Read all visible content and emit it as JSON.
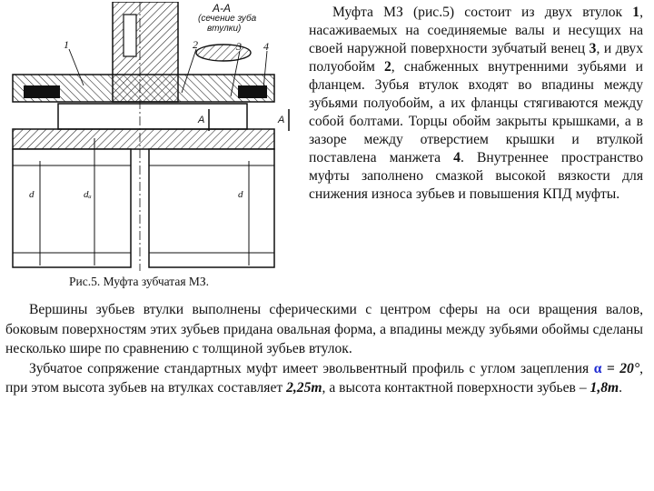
{
  "figure": {
    "caption": "Рис.5. Муфта зубчатая МЗ.",
    "section_title": "А-А",
    "section_subtitle_1": "(сечение зуба",
    "section_subtitle_2": "втулки)",
    "callouts": [
      "1",
      "2",
      "3",
      "4"
    ],
    "section_marks": [
      "А",
      "А"
    ],
    "dimension_labels": [
      "d",
      "dₐ",
      "d"
    ]
  },
  "paragraphs": {
    "side": {
      "t1": "Муфта МЗ (рис.5) состоит из двух втулок ",
      "b1": "1",
      "t2": ", насаживаемых на соединяемые валы и несущих на своей наружной поверхности зубчатый венец ",
      "b2": "3",
      "t3": ", и двух полуобойм ",
      "b3": "2",
      "t4": ", снабженных внутренними зубьями и фланцем. Зубья втулок входят во впадины между зубьями полуобойм, а их фланцы стягиваются между собой болтами. Торцы обойм закрыты крышками, а в зазоре между отверстием крышки и втулкой поставлена манжета ",
      "b4": "4",
      "t5": ". Внутреннее пространство муфты заполнено смазкой высокой вязкости для снижения износа зубьев и повышения КПД муфты."
    },
    "p2": "Вершины зубьев втулки выполнены сферическими с центром сферы на оси вращения валов, боковым поверхностям этих зубьев придана овальная форма, а впадины между зубьями обоймы сделаны несколько шире по сравнению с толщиной зубьев втулок.",
    "p3": {
      "t1": "Зубчатое сопряжение стандартных муфт имеет эвольвентный профиль с углом зацепления ",
      "alpha": "α",
      "eq": " = 20°",
      "t2": ", при этом высота зубьев на втулках составляет ",
      "v1": "2,25m",
      "t3": ", а высота контактной поверхности зубьев – ",
      "v2": "1,8m",
      "t4": "."
    }
  },
  "colors": {
    "accent": "#1e2ad2",
    "text": "#111111"
  }
}
